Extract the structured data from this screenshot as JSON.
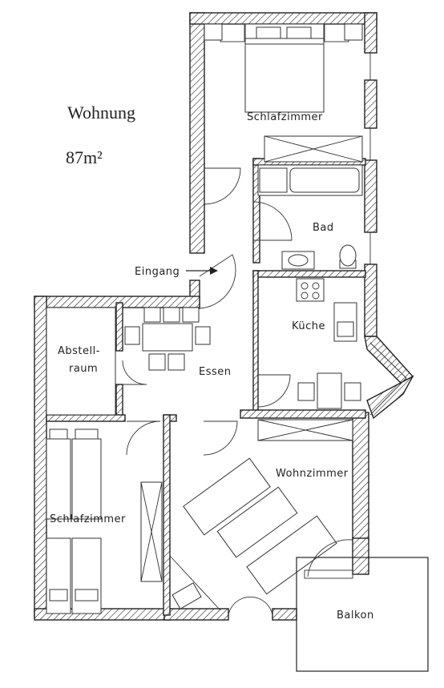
{
  "title": "Wohnung",
  "area": "87m²",
  "rooms": {
    "schlafzimmer_top": "Schlafzimmer",
    "bad": "Bad",
    "eingang": "Eingang",
    "kueche": "Küche",
    "abstell_line1": "Abstell-",
    "abstell_line2": "raum",
    "essen": "Essen",
    "wohnzimmer": "Wohnzimmer",
    "schlafzimmer_bottom": "Schlafzimmer",
    "balkon": "Balkon"
  }
}
